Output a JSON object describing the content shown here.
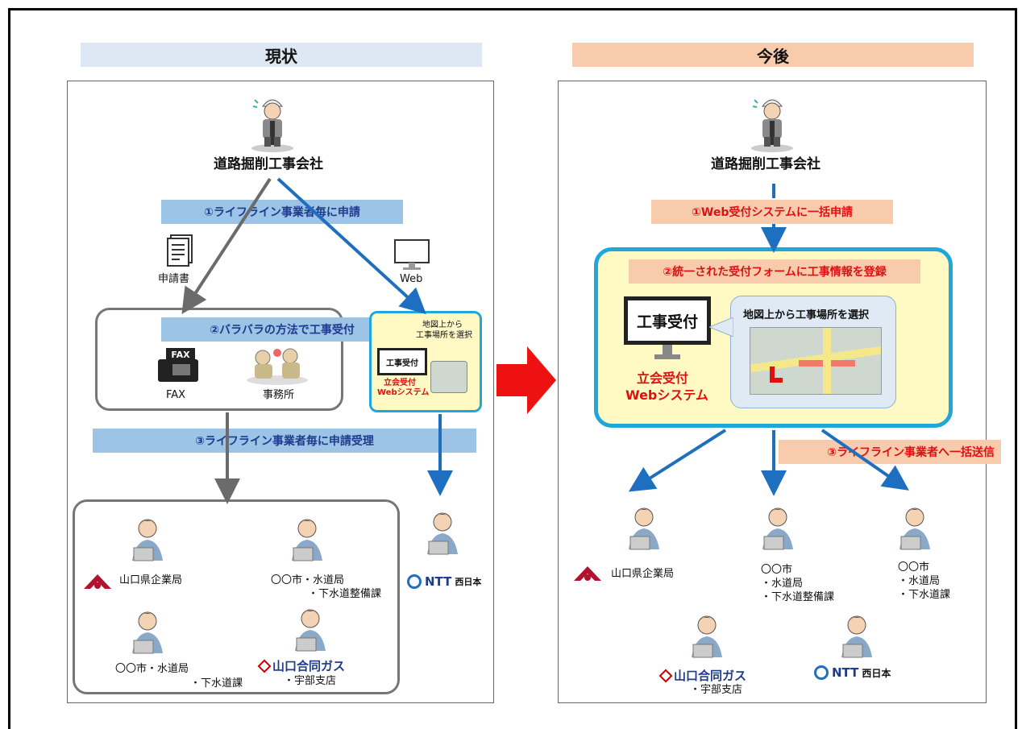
{
  "current": {
    "header": "現状",
    "company": "道路掘削工事会社",
    "step1": "①ライフライン事業者毎に申請",
    "paper_label": "申請書",
    "web_label": "Web",
    "step2": "②バラバラの方法で工事受付",
    "fax_icon_text": "FAX",
    "fax_label": "FAX",
    "office_label": "事務所",
    "web_small_title_1": "地図上から",
    "web_small_title_2": "工事場所を選択",
    "web_small_monitor": "工事受付",
    "web_small_name_1": "立会受付",
    "web_small_name_2": "Webシステム",
    "step3": "③ライフライン事業者毎に申請受理",
    "recipients": {
      "yamaguchi_pref": "山口県企業局",
      "city_water_1": "〇〇市・水道局",
      "city_water_2": "・下水道整備課",
      "city_water_b1": "〇〇市・水道局",
      "city_water_b2": "・下水道課",
      "gas_logo": "山口合同ガス",
      "gas_branch": "・宇部支店",
      "ntt_logo": "NTT",
      "ntt_suffix": "西日本"
    }
  },
  "future": {
    "header": "今後",
    "company": "道路掘削工事会社",
    "step1": "①Web受付システムに一括申請",
    "step2": "②統一された受付フォームに工事情報を登録",
    "monitor": "工事受付",
    "map_title": "地図上から工事場所を選択",
    "system_name_1": "立会受付",
    "system_name_2": "Webシステム",
    "step3": "③ライフライン事業者へ一括送信",
    "recipients": {
      "yamaguchi_pref": "山口県企業局",
      "city_a_1": "〇〇市",
      "city_a_2": "・水道局",
      "city_a_3": "・下水道整備課",
      "city_b_1": "〇〇市",
      "city_b_2": "・水道局",
      "city_b_3": "・下水道課",
      "gas_logo": "山口合同ガス",
      "gas_branch": "・宇部支店",
      "ntt_logo": "NTT",
      "ntt_suffix": "西日本"
    }
  },
  "colors": {
    "blue_arrow": "#1f6fc0",
    "gray_arrow": "#6b6b6b",
    "big_arrow": "#ee1111",
    "web_border": "#1fa7dc",
    "web_fill": "#fff9c4",
    "header_left": "#dde8f4",
    "header_right": "#f8cbad"
  },
  "icons": [
    "worker-icon",
    "document-icon",
    "monitor-icon",
    "fax-icon",
    "office-workers-icon",
    "person-laptop-icon",
    "right-arrow-icon",
    "ntt-logo-icon",
    "gas-logo-icon",
    "yamaguchi-pref-logo-icon"
  ]
}
